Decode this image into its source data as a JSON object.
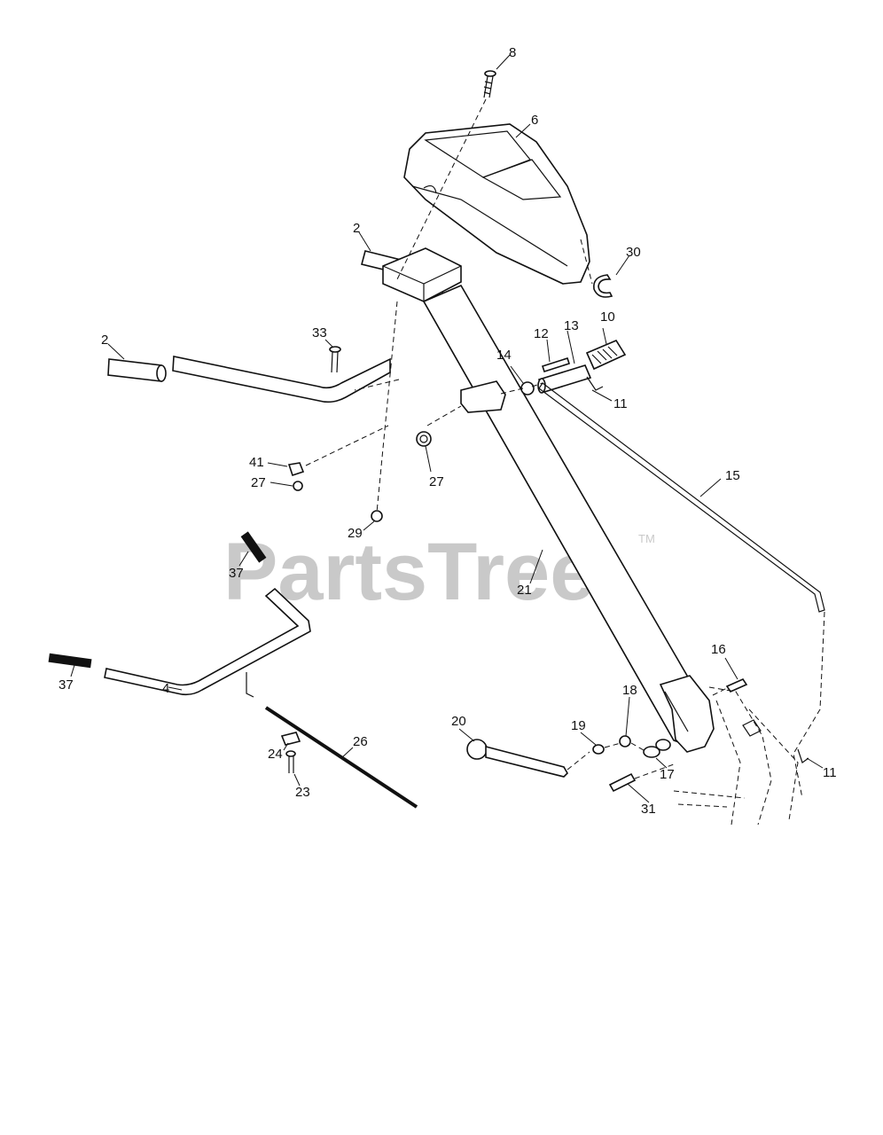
{
  "watermark": {
    "text": "PartsTree",
    "trademark": "TM"
  },
  "callouts": {
    "c8": "8",
    "c6": "6",
    "c2a": "2",
    "c30": "30",
    "c2b": "2",
    "c33": "33",
    "c10": "10",
    "c12": "12",
    "c13": "13",
    "c14": "14",
    "c11a": "11",
    "c15": "15",
    "c41": "41",
    "c27a": "27",
    "c27b": "27",
    "c29": "29",
    "c37a": "37",
    "c21": "21",
    "c16": "16",
    "c37b": "37",
    "c4": "4",
    "c26": "26",
    "c20": "20",
    "c19": "19",
    "c18": "18",
    "c11b": "11",
    "c17": "17",
    "c24": "24",
    "c23": "23",
    "c31": "31"
  }
}
